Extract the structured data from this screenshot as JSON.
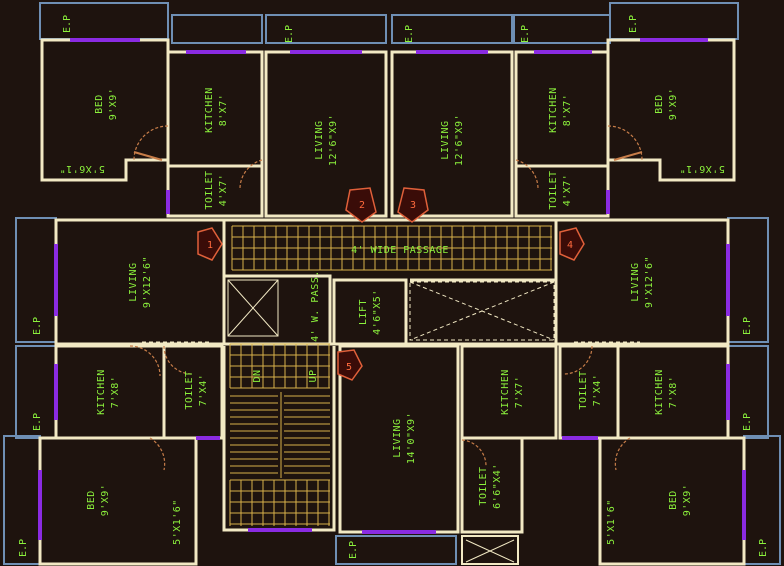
{
  "plan": {
    "passage_label": "4' WIDE PASSAGE",
    "rooms": [
      {
        "id": "bed-tl",
        "name": "BED",
        "size": "9'X9'"
      },
      {
        "id": "kitchen-tl",
        "name": "KITCHEN",
        "size": "8'X7'"
      },
      {
        "id": "living-tc1",
        "name": "LIVING",
        "size": "12'6\"X9'"
      },
      {
        "id": "living-tc2",
        "name": "LIVING",
        "size": "12'6\"X9'"
      },
      {
        "id": "kitchen-tr",
        "name": "KITCHEN",
        "size": "8'X7'"
      },
      {
        "id": "bed-tr",
        "name": "BED",
        "size": "9'X9'"
      },
      {
        "id": "toilet-tl",
        "name": "TOILET",
        "size": "4'X7'"
      },
      {
        "id": "toilet-tr",
        "name": "TOILET",
        "size": "4'X7'"
      },
      {
        "id": "living-ml",
        "name": "LIVING",
        "size": "9'X12'6\""
      },
      {
        "id": "living-mr",
        "name": "LIVING",
        "size": "9'X12'6\""
      },
      {
        "id": "pass",
        "name": "4' W. PASS.",
        "size": ""
      },
      {
        "id": "lift",
        "name": "LIFT",
        "size": "4'6\"X5'"
      },
      {
        "id": "kitchen-ml",
        "name": "KITCHEN",
        "size": "7'X8'"
      },
      {
        "id": "toilet-ml",
        "name": "TOILET",
        "size": "7'X4'"
      },
      {
        "id": "kitchen-mc",
        "name": "KITCHEN",
        "size": "7'X7'"
      },
      {
        "id": "toilet-mr",
        "name": "TOILET",
        "size": "7'X4'"
      },
      {
        "id": "kitchen-mr",
        "name": "KITCHEN",
        "size": "7'X8'"
      },
      {
        "id": "living-bc",
        "name": "LIVING",
        "size": "14'0\"X9'"
      },
      {
        "id": "toilet-bc",
        "name": "TOILET",
        "size": "6'6\"X4'"
      },
      {
        "id": "bed-bl",
        "name": "BED",
        "size": "9'X9'"
      },
      {
        "id": "bed-br",
        "name": "BED",
        "size": "9'X9'"
      }
    ],
    "small_labels": {
      "tl": "5'X6'1\"",
      "tr": "5'X6'1\"",
      "bl": "5'X1'6\"",
      "br": "5'X1'6\"",
      "dn": "DN",
      "up": "UP"
    },
    "ep_label": "E.P",
    "markers": [
      "1",
      "2",
      "3",
      "4",
      "5"
    ],
    "colors": {
      "background": "#1e130e",
      "wall": "#f2e9c4",
      "label": "#8bf03c",
      "window": "#8a2be2",
      "balcony": "#6f8fb4",
      "tile": "#d8b24a",
      "door": "#c77d49",
      "marker": "#ff6a3d"
    }
  }
}
